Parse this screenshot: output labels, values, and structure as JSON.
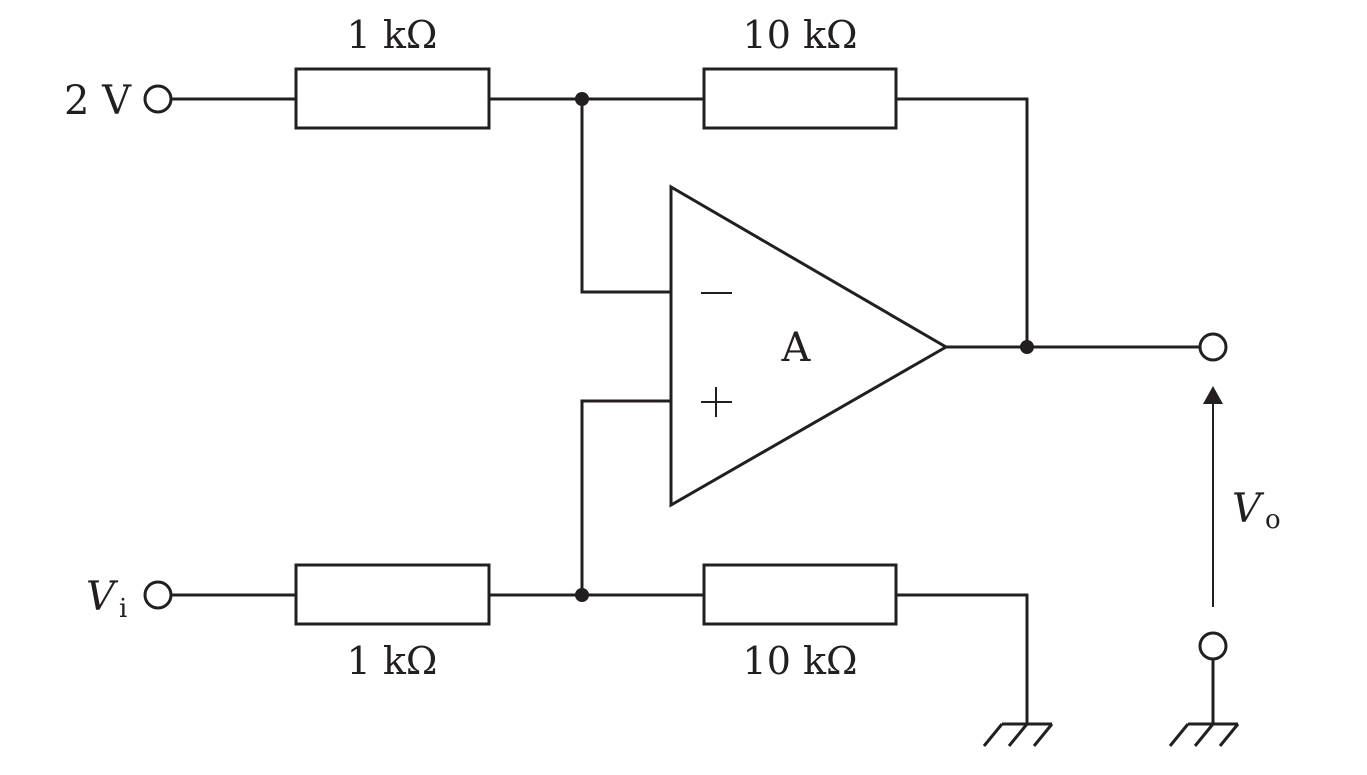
{
  "inputs": {
    "top": {
      "label": "2 V"
    },
    "bottom": {
      "label_main": "V",
      "label_sub": "i"
    }
  },
  "resistors": {
    "r1": {
      "label": "1 kΩ"
    },
    "r2": {
      "label": "10 kΩ"
    },
    "r3": {
      "label": "1 kΩ"
    },
    "r4": {
      "label": "10 kΩ"
    }
  },
  "opamp": {
    "name": "A",
    "inverting_symbol": "−",
    "noninverting_symbol": "+"
  },
  "output": {
    "label_main": "V",
    "label_sub": "o"
  }
}
